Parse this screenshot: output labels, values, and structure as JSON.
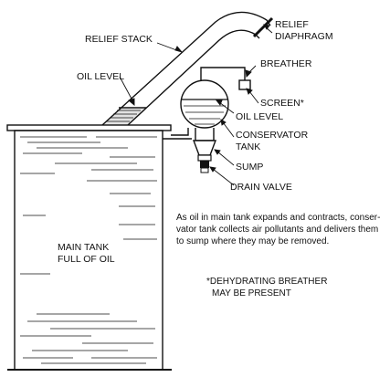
{
  "labels": {
    "relief_stack": "RELIEF STACK",
    "relief_diaphragm_1": "RELIEF",
    "relief_diaphragm_2": "DIAPHRAGM",
    "breather": "BREATHER",
    "oil_level_stack": "OIL LEVEL",
    "screen": "SCREEN*",
    "oil_level_conservator": "OIL LEVEL",
    "conservator_tank_1": "CONSERVATOR",
    "conservator_tank_2": "TANK",
    "sump": "SUMP",
    "drain_valve": "DRAIN VALVE",
    "main_tank_1": "MAIN TANK",
    "main_tank_2": "FULL OF OIL"
  },
  "caption": {
    "line1": "As oil in main tank expands and contracts, conser-",
    "line2": "vator tank collects air pollutants and delivers them",
    "line3": "to sump where they may be removed."
  },
  "footnote": {
    "line1": "*DEHYDRATING BREATHER",
    "line2": "MAY BE PRESENT"
  },
  "colors": {
    "ink": "#111111",
    "background": "#ffffff"
  }
}
